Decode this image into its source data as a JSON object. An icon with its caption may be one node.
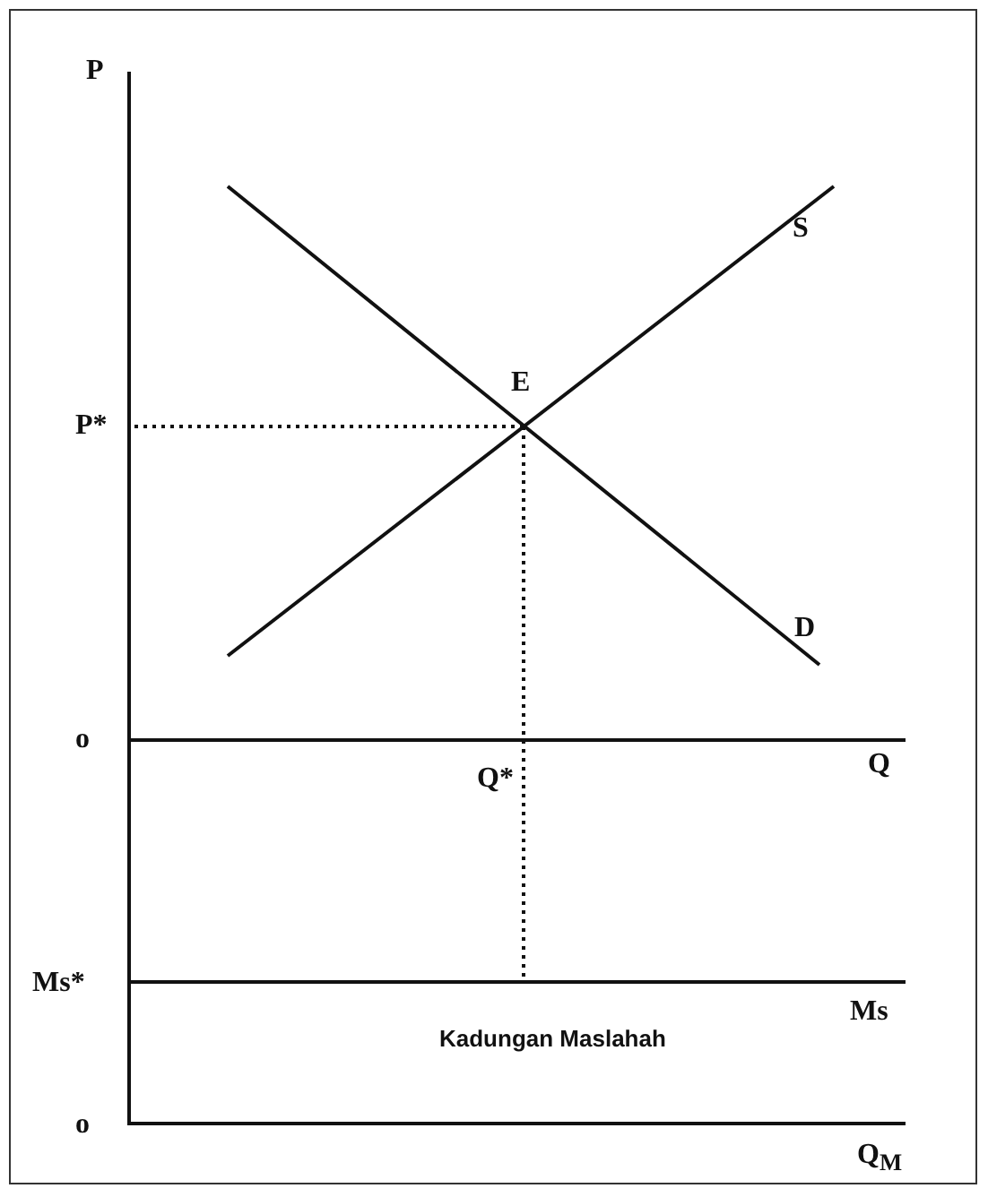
{
  "diagram": {
    "labels": [
      "P",
      "S",
      "E",
      "P*",
      "D",
      "o",
      "Q*",
      "Q",
      "Ms*",
      "Ms",
      "Kadungan Maslahah",
      "o",
      "Q$_{M}$"
    ]
  }
}
